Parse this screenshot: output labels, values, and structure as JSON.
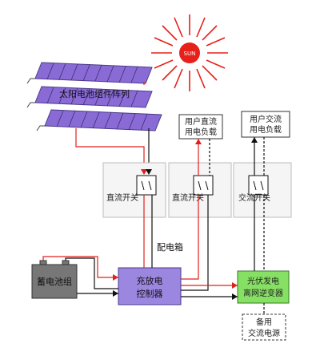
{
  "sun": {
    "label": "SUN",
    "color": "#e8201a"
  },
  "solar_array": {
    "label": "太阳电池组件阵列",
    "panel_color": "#8a6bd6"
  },
  "loads": {
    "dc": [
      "用户直流",
      "用电负载"
    ],
    "ac": [
      "用户交流",
      "用电负载"
    ]
  },
  "switches": {
    "dc1": "直流开关",
    "dc2": "直流开关",
    "ac": "交流开关"
  },
  "distribution_box": "配电箱",
  "battery": {
    "label": "蓄电池组",
    "color": "#777777"
  },
  "controller": {
    "lines": [
      "充放电",
      "控制器"
    ],
    "color": "#9b86e0"
  },
  "inverter": {
    "lines": [
      "光伏发电",
      "离网逆变器"
    ],
    "color": "#86e063"
  },
  "backup_power": [
    "备用",
    "交流电源"
  ],
  "colors": {
    "positive_line": "#e0201a",
    "negative_line": "#111111"
  }
}
